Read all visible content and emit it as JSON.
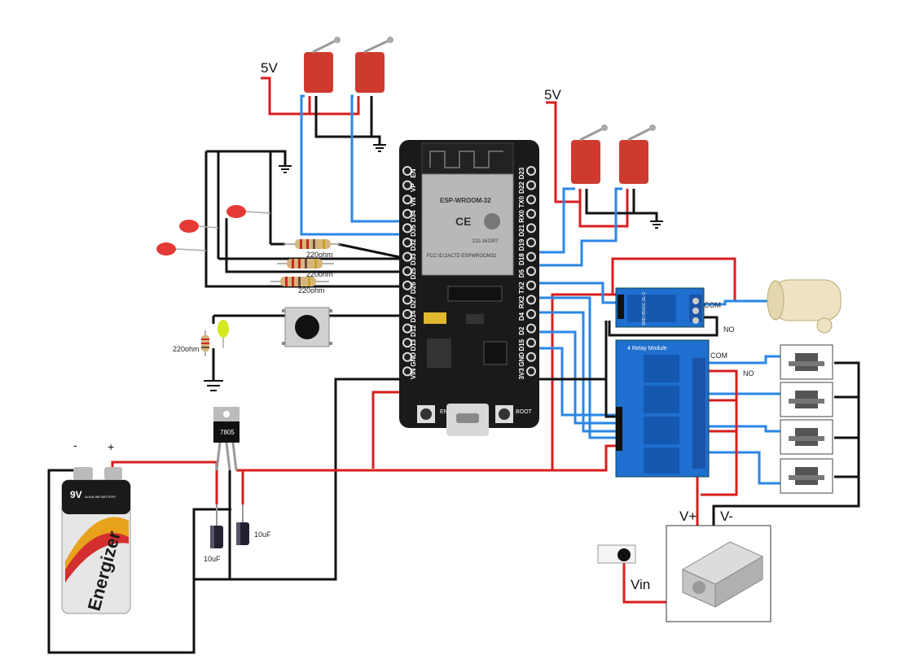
{
  "labels": {
    "v5_left": "5V",
    "v5_right": "5V",
    "r1": "220ohm",
    "r2": "220ohm",
    "r3": "220ohm",
    "r4": "220ohm",
    "regulator": "7805",
    "cap1": "10uF",
    "cap2": "10uF",
    "bat_minus": "-",
    "bat_plus": "+",
    "bat_volt": "9V",
    "bat_brand": "Energizer",
    "bat_sub": "ALKALINE BATTERY",
    "com1": "COM",
    "no1": "NO",
    "com2": "COM",
    "no2": "NO",
    "vplus": "V+",
    "vminus": "V-",
    "vin": "Vin",
    "relay_title": "4 Relay Module",
    "relay1_text": "SRD-05VDC-SL-C",
    "module_name": "ESP-WROOM-32",
    "module_fcc": "FCC ID:2AC7Z-ESPWROOM32",
    "module_code": "211-161007",
    "btn_en": "EN",
    "btn_boot": "BOOT"
  },
  "pins_left": [
    "EN",
    "VP",
    "VN",
    "D34",
    "D35",
    "D32",
    "D33",
    "D25",
    "D26",
    "D27",
    "D14",
    "D12",
    "D13",
    "GND",
    "VIN"
  ],
  "pins_right": [
    "D23",
    "D22",
    "TX0",
    "RX0",
    "D21",
    "D19",
    "D18",
    "D5",
    "TX2",
    "RX2",
    "D4",
    "D2",
    "D15",
    "GND",
    "3V3"
  ],
  "colors": {
    "wire_power": "#d81e1e",
    "wire_ground": "#111111",
    "wire_signal": "#2a86e6",
    "board": "#1a1a1a"
  }
}
